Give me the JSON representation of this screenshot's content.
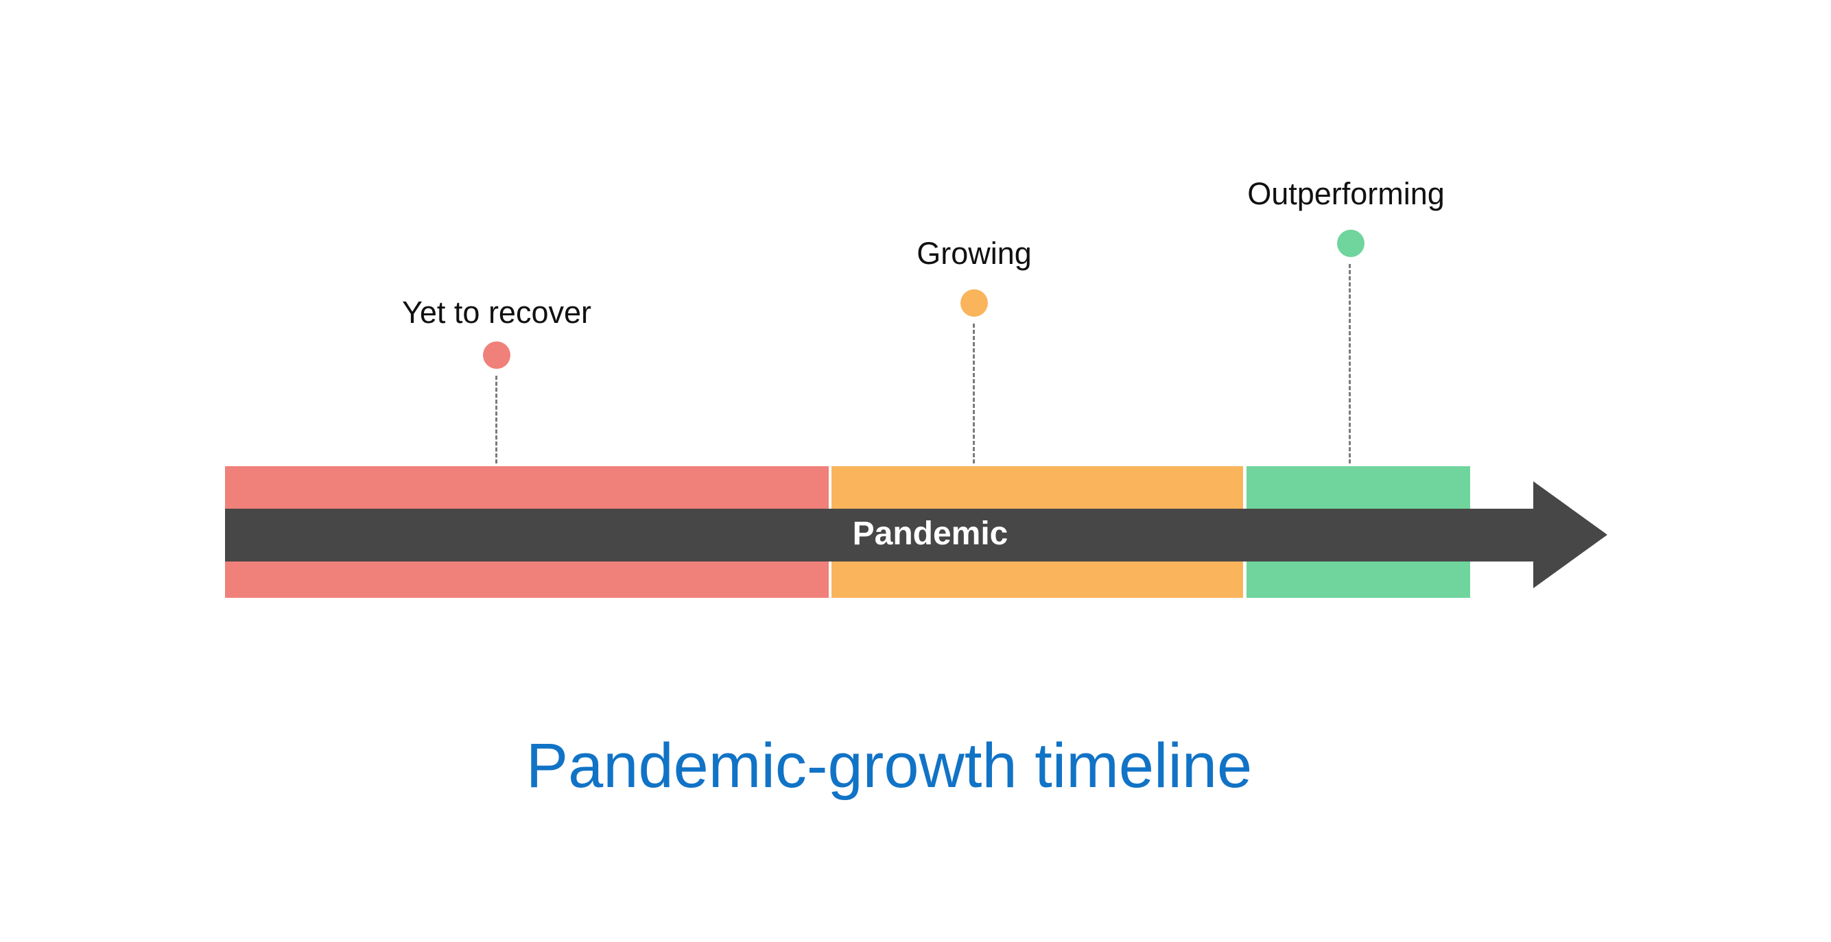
{
  "page": {
    "background_color": "#FFFFFF"
  },
  "title": {
    "text": "Pandemic-growth timeline",
    "color": "#1173C6"
  },
  "timeline": {
    "arrow": {
      "label": "Pandemic",
      "color": "#474747",
      "label_color": "#FFFFFF"
    },
    "connector_color": "#7B7B7B",
    "milestone_label_color": "#111111",
    "milestones": [
      {
        "label": "Yet to recover",
        "color": "#F0807A"
      },
      {
        "label": "Growing",
        "color": "#F9B45C"
      },
      {
        "label": "Outperforming",
        "color": "#6FD59C"
      }
    ]
  }
}
